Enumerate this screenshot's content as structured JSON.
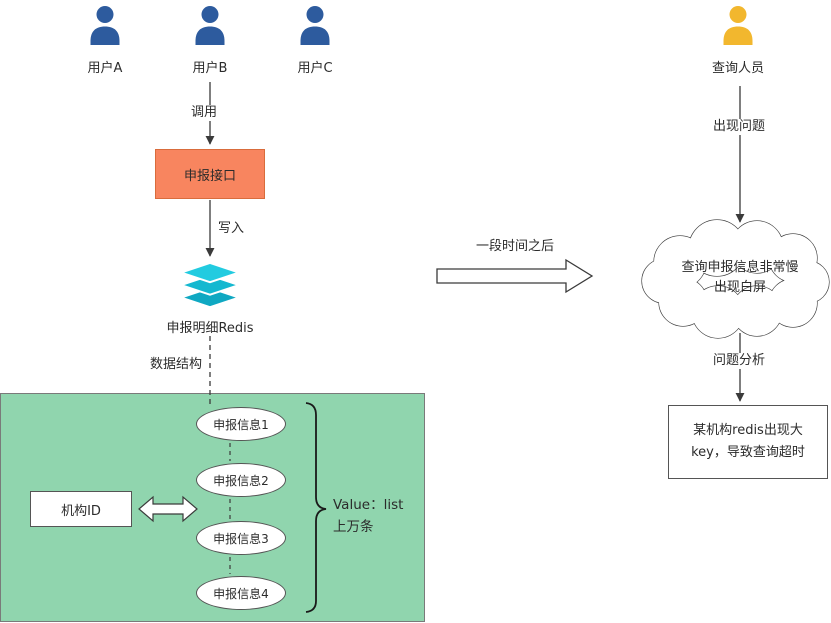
{
  "left_flow": {
    "users": [
      {
        "label": "用户A"
      },
      {
        "label": "用户B"
      },
      {
        "label": "用户C"
      }
    ],
    "call_edge_label": "调用",
    "api_box_label": "申报接口",
    "write_edge_label": "写入",
    "redis_label": "申报明细Redis",
    "data_structure_edge_label": "数据结构"
  },
  "green_panel": {
    "items": [
      {
        "label": "申报信息1"
      },
      {
        "label": "申报信息2"
      },
      {
        "label": "申报信息3"
      },
      {
        "label": "申报信息4"
      }
    ],
    "org_id_label": "机构ID",
    "value_annotation": {
      "line1": "Value：list",
      "line2": "上万条"
    }
  },
  "middle": {
    "after_time_label": "一段时间之后"
  },
  "right_flow": {
    "person_label": "查询人员",
    "problem_edge_label": "出现问题",
    "cloud": {
      "line1": "查询申报信息非常慢",
      "line2": "出现白屏"
    },
    "analysis_edge_label": "问题分析",
    "conclusion_label": "某机构redis出现大key，导致查询超时"
  },
  "icons": {
    "user_a": "person-icon",
    "user_b": "person-icon",
    "user_c": "person-icon",
    "query_person": "person-icon",
    "redis": "redis-database-icon"
  },
  "colors": {
    "api_box_fill": "#F8855F",
    "green_panel_fill": "#90D5AE",
    "user_icon_fill": "#2D5B9E",
    "query_person_icon_fill": "#F2B72E",
    "redis_icon_fill": "#14B8D0"
  }
}
